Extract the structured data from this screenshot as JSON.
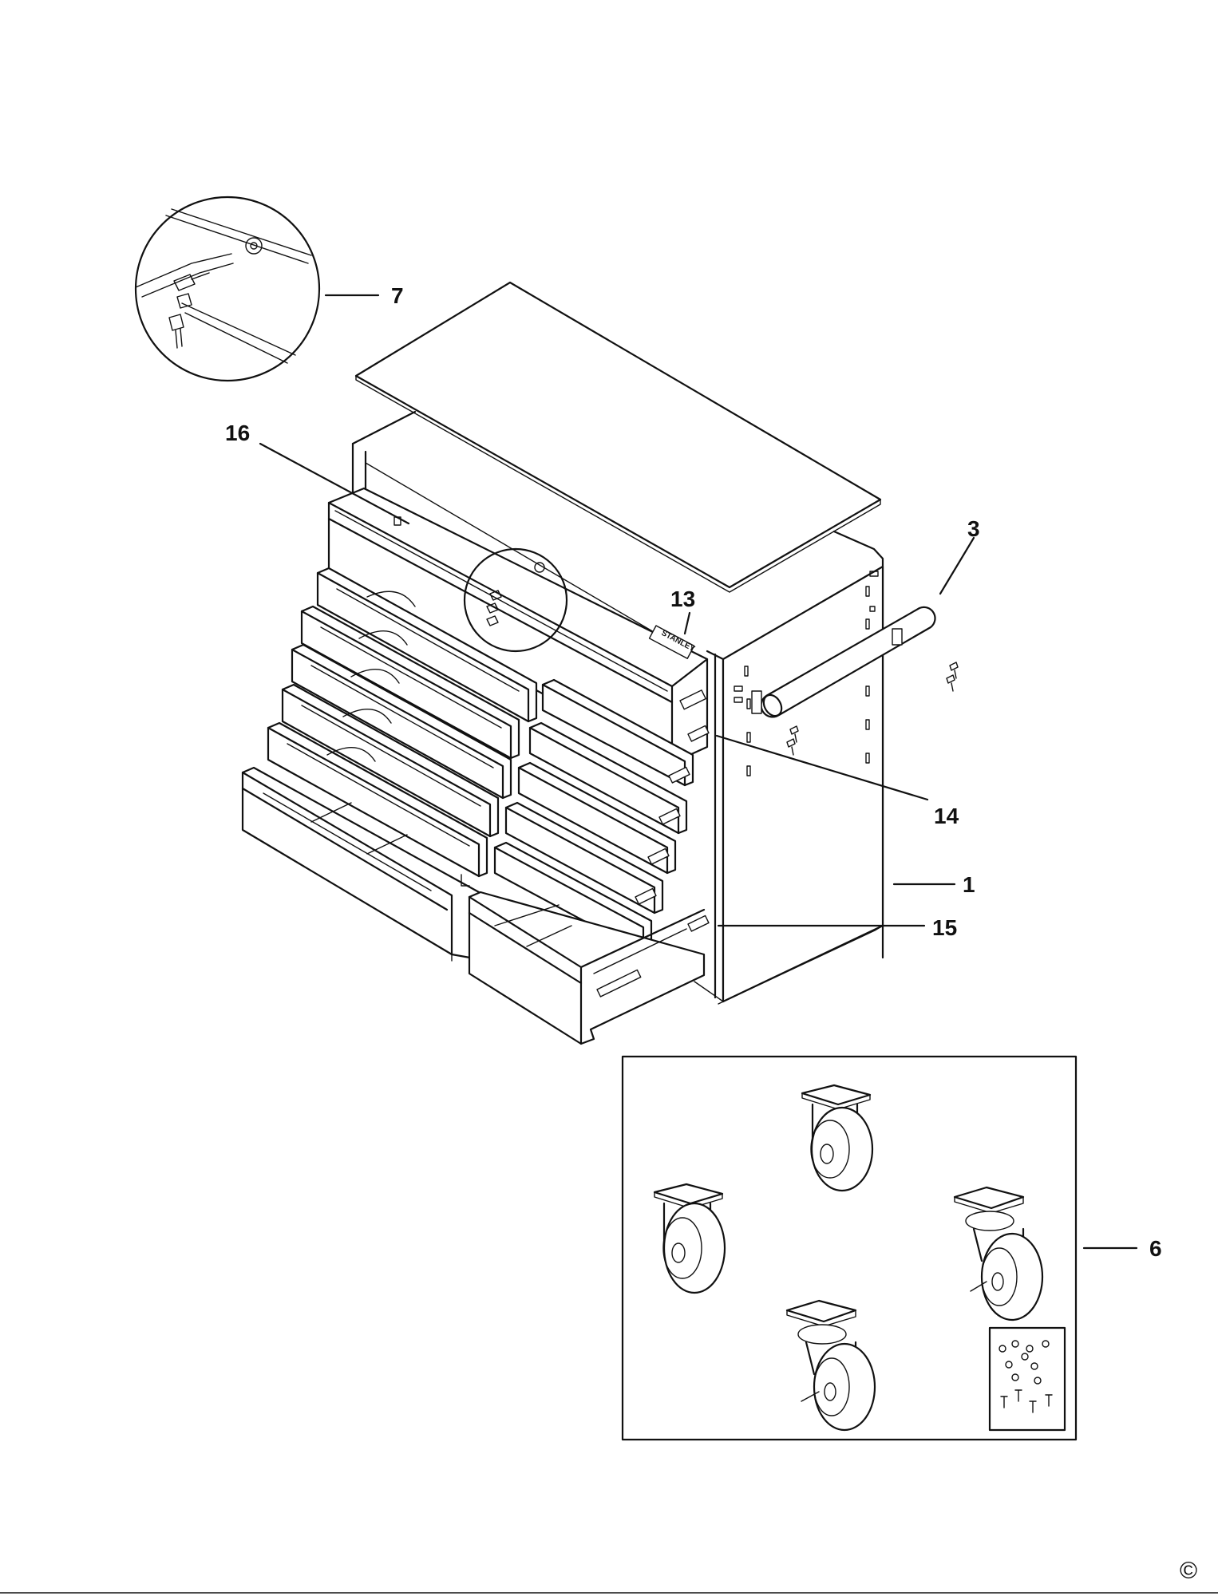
{
  "diagram": {
    "callouts": {
      "c7": "7",
      "c16": "16",
      "c3": "3",
      "c13": "13",
      "c14": "14",
      "c1": "1",
      "c15": "15",
      "c6": "6"
    },
    "copyright": "©"
  }
}
